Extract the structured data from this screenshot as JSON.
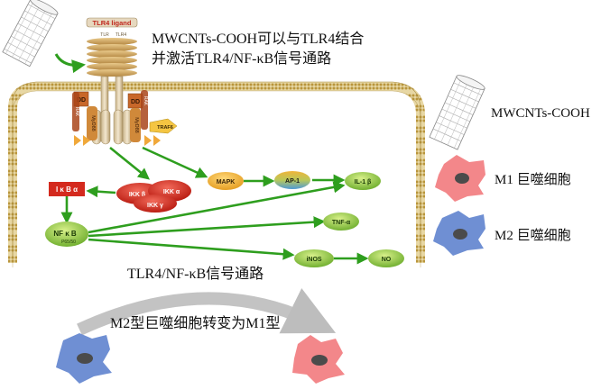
{
  "header": {
    "line1": "MWCNTs-COOH可以与TLR4结合",
    "line2": "并激活TLR4/NF-κB信号通路"
  },
  "receptor": {
    "ligand_label": "TLR4 ligand",
    "tlr_left": "TLR",
    "tlr_right": "TLR4",
    "dd": "DD",
    "rak": "RAK",
    "myd88": "MyD88",
    "traf6": "TRAF6"
  },
  "nodes": {
    "ikba": "I κ B α",
    "ikkb": "IKK β",
    "ikka": "IKK α",
    "ikkg": "IKK γ",
    "nfkb": "NF κ B",
    "nfkb_sub": "P65/50",
    "mapk": "MAPK",
    "ap1": "AP-1",
    "il1b": "IL-1 β",
    "tnfa": "TNF-α",
    "inos": "iNOS",
    "no": "NO"
  },
  "pathway_label": "TLR4/NF-κB信号通路",
  "transition_label": "M2型巨噬细胞转变为M1型",
  "legend": {
    "cnt": "MWCNTs-COOH",
    "m1": "M1 巨噬细胞",
    "m2": "M2 巨噬细胞"
  },
  "colors": {
    "arrow": "#2e9e1e",
    "membrane": "#c9a44a",
    "m1": "#f3878a",
    "m2": "#6f8fd3",
    "ikk": "#d42a1e",
    "node_green": "#8ac33c",
    "mapk": "#f1b13a"
  }
}
